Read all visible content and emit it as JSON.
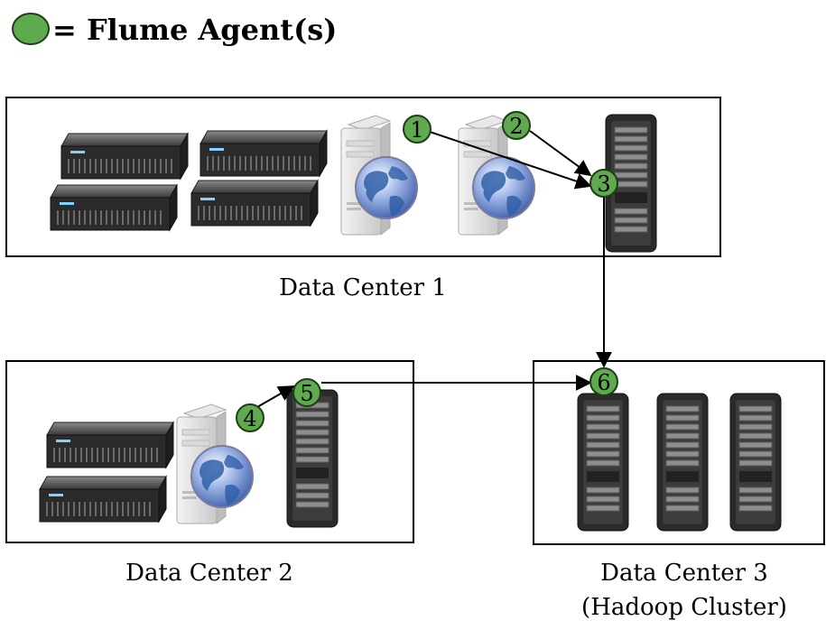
{
  "legend": {
    "text": "= Flume Agent(s)",
    "agent_color": "#5faa4e"
  },
  "data_centers": [
    {
      "id": "dc1",
      "label": "Data Center 1",
      "sublabel": ""
    },
    {
      "id": "dc2",
      "label": "Data Center 2",
      "sublabel": ""
    },
    {
      "id": "dc3",
      "label": "Data Center 3",
      "sublabel": "(Hadoop Cluster)"
    }
  ],
  "agents": [
    {
      "id": "1",
      "label": "1"
    },
    {
      "id": "2",
      "label": "2"
    },
    {
      "id": "3",
      "label": "3"
    },
    {
      "id": "4",
      "label": "4"
    },
    {
      "id": "5",
      "label": "5"
    },
    {
      "id": "6",
      "label": "6"
    }
  ],
  "flows": [
    {
      "from": "1",
      "to": "3"
    },
    {
      "from": "2",
      "to": "3"
    },
    {
      "from": "3",
      "to": "6"
    },
    {
      "from": "4",
      "to": "5"
    },
    {
      "from": "5",
      "to": "6"
    }
  ],
  "colors": {
    "agent_fill": "#5faa4e",
    "agent_stroke": "#1f3d17",
    "box_stroke": "#000000",
    "rack_dark": "#2e2e2e",
    "rack_drive": "#8a8a8a"
  },
  "icons": {
    "blade_server": "server-blade-icon",
    "web_server": "web-server-icon",
    "rack": "server-rack-icon",
    "globe": "globe-icon"
  }
}
